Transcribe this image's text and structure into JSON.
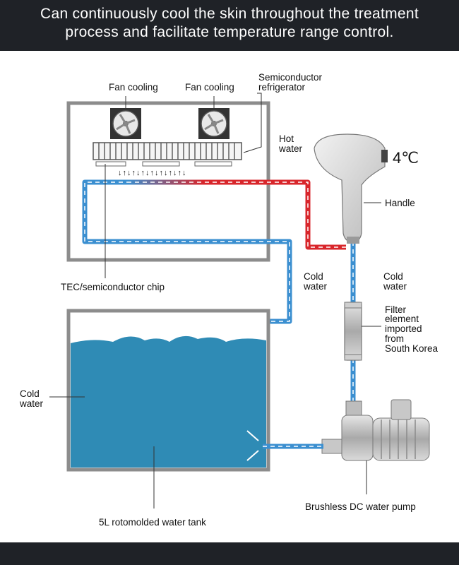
{
  "banner": {
    "line1": "Can continuously cool the skin throughout the treatment",
    "line2": "process and facilitate temperature range control."
  },
  "labels": {
    "fan_cooling_1": "Fan cooling",
    "fan_cooling_2": "Fan cooling",
    "semiconductor_1": "Semiconductor",
    "semiconductor_2": "refrigerator",
    "hot_water_1": "Hot",
    "hot_water_2": "water",
    "temperature": "4℃",
    "handle": "Handle",
    "cold_water_mid_1": "Cold",
    "cold_water_mid_2": "water",
    "cold_water_right_1": "Cold",
    "cold_water_right_2": "water",
    "tec_chip": "TEC/semiconductor chip",
    "filter_1": "Filter",
    "filter_2": "element",
    "filter_3": "imported",
    "filter_4": "from",
    "filter_5": "South Korea",
    "cold_water_tank_1": "Cold",
    "cold_water_tank_2": "water",
    "pump": "Brushless DC water pump",
    "tank": "5L rotomolded water tank",
    "arrows": "↓↑↓↑↓↑↓↑↓↑↓↑↓↑↓"
  },
  "colors": {
    "banner_bg": "#1f2227",
    "cold_pipe": "#3b8fd0",
    "hot_pipe": "#d8262b",
    "water": "#2f8bb5",
    "frame": "#8c8c8c"
  }
}
